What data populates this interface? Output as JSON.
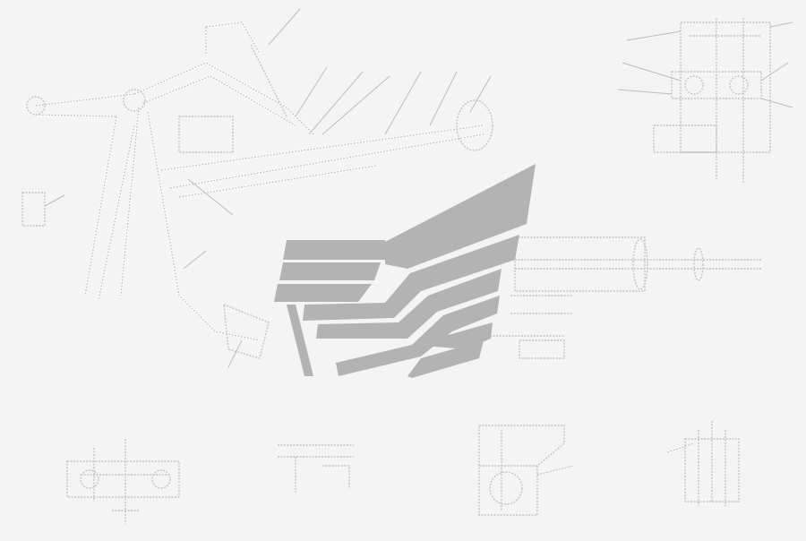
{
  "colors": {
    "background": "#f4f4f4",
    "logo": "#b3b3b3",
    "linework": "#c4c4c4"
  },
  "views": {
    "main": "main-assembly-view",
    "top_right": "detail-view-top-right",
    "right_shaft": "shaft-detail-view",
    "bottom": [
      "detail-view-1",
      "detail-view-2",
      "detail-view-3",
      "detail-view-4"
    ]
  }
}
